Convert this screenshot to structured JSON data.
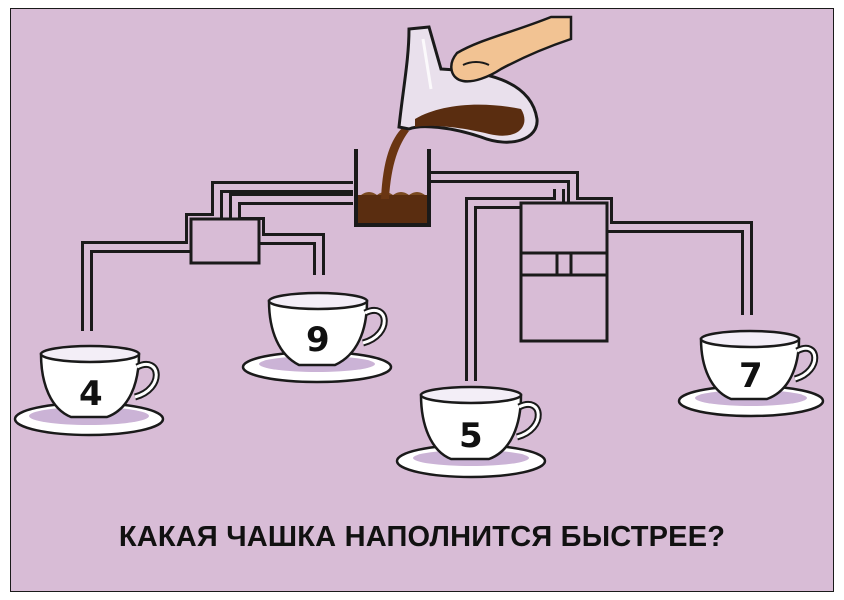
{
  "puzzle": {
    "question": "КАКАЯ ЧАШКА НАПОЛНИТСЯ БЫСТРЕЕ?",
    "cups": [
      {
        "id": "cup-4",
        "number": "4"
      },
      {
        "id": "cup-9",
        "number": "9"
      },
      {
        "id": "cup-5",
        "number": "5"
      },
      {
        "id": "cup-7",
        "number": "7"
      }
    ],
    "colors": {
      "background": "#d8bcd6",
      "pipe_stroke": "#1a1a1a",
      "pipe_fill": "#d8bcd6",
      "coffee": "#5a2d10",
      "cup_body": "#ffffff",
      "saucer_shade": "#cbb3d6",
      "hand": "#f2c393"
    }
  }
}
